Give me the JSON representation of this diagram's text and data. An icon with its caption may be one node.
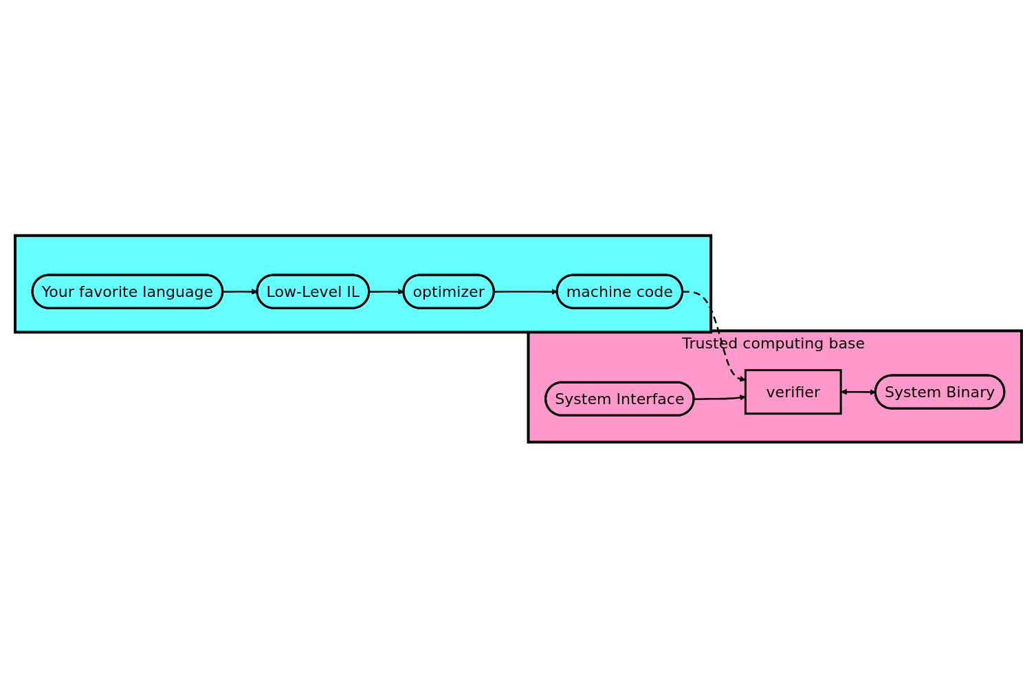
{
  "diagram": {
    "nodes": [
      {
        "text": [],
        "shape": "box"
      },
      {
        "text": [
          "Your favorite language"
        ],
        "in": 0
      },
      {
        "text": [
          "Low-Level IL"
        ],
        "in": 0
      },
      {
        "text": [
          "optimizer"
        ],
        "in": 0
      },
      {
        "text": [
          "machine code"
        ],
        "in": 0
      },
      {
        "text": [
          "Trusted computing base"
        ]
      },
      {
        "text": [
          "verifier"
        ],
        "in": 5
      },
      {
        "text": [
          "System Interface"
        ],
        "in": 5
      },
      {
        "text": [
          "System Binary"
        ],
        "in": 5
      }
    ],
    "edges": [
      {
        "from": 1,
        "to": 2,
        "arrow": "to"
      },
      {
        "from": 2,
        "to": 3,
        "arrow": "to"
      },
      {
        "from": 3,
        "to": 4,
        "arrow": "to"
      },
      {
        "from": 4,
        "to": 6,
        "arrow": "to",
        "style": "dashed"
      },
      {
        "from": 7,
        "to": 6,
        "arrow": "to"
      },
      {
        "from": 6,
        "to": 8,
        "arrow": "both"
      }
    ]
  }
}
